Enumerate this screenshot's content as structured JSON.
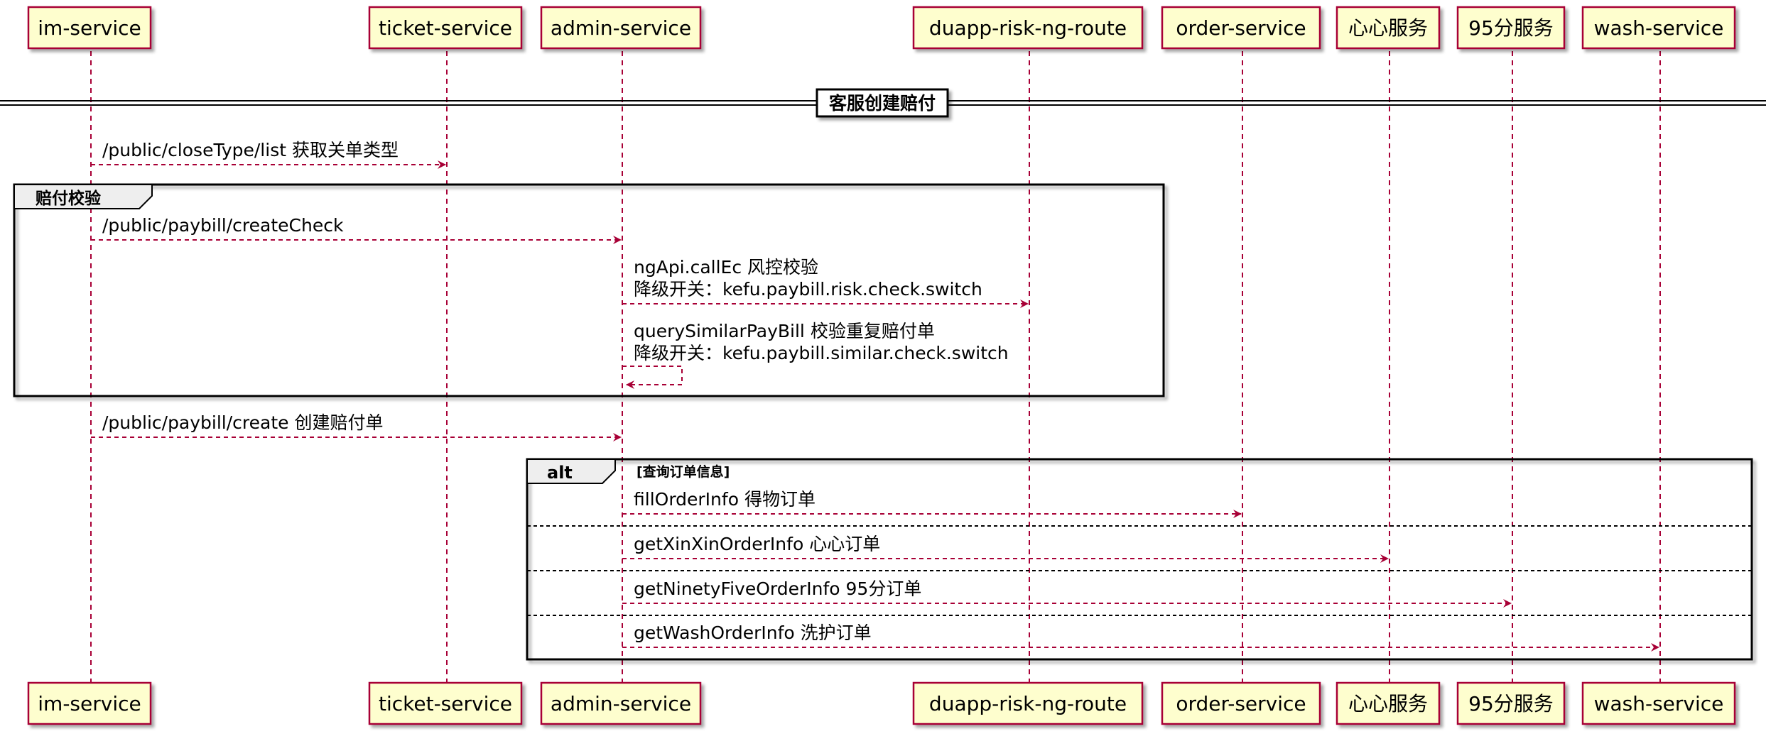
{
  "participants": [
    {
      "id": "im",
      "label": "im-service"
    },
    {
      "id": "ticket",
      "label": "ticket-service"
    },
    {
      "id": "admin",
      "label": "admin-service"
    },
    {
      "id": "risk",
      "label": "duapp-risk-ng-route"
    },
    {
      "id": "order",
      "label": "order-service"
    },
    {
      "id": "xinxin",
      "label": "心心服务"
    },
    {
      "id": "ninety",
      "label": "95分服务"
    },
    {
      "id": "wash",
      "label": "wash-service"
    }
  ],
  "divider": {
    "label": "客服创建赔付"
  },
  "groups": [
    {
      "id": "check",
      "type": "group",
      "label": "赔付校验",
      "condition": ""
    },
    {
      "id": "query",
      "type": "alt",
      "label": "alt",
      "condition": "[查询订单信息]"
    }
  ],
  "messages": [
    {
      "id": "m1",
      "from": "im",
      "to": "ticket",
      "lines": [
        "/public/closeType/list 获取关单类型"
      ]
    },
    {
      "id": "m2",
      "from": "im",
      "to": "admin",
      "lines": [
        "/public/paybill/createCheck"
      ]
    },
    {
      "id": "m3",
      "from": "admin",
      "to": "risk",
      "lines": [
        "ngApi.callEc 风控校验",
        "降级开关：kefu.paybill.risk.check.switch"
      ]
    },
    {
      "id": "m4",
      "from": "admin",
      "to": "admin",
      "lines": [
        "querySimilarPayBill 校验重复赔付单",
        "降级开关：kefu.paybill.similar.check.switch"
      ]
    },
    {
      "id": "m5",
      "from": "im",
      "to": "admin",
      "lines": [
        "/public/paybill/create 创建赔付单"
      ]
    },
    {
      "id": "m6",
      "from": "admin",
      "to": "order",
      "lines": [
        "fillOrderInfo 得物订单"
      ]
    },
    {
      "id": "m7",
      "from": "admin",
      "to": "xinxin",
      "lines": [
        "getXinXinOrderInfo 心心订单"
      ]
    },
    {
      "id": "m8",
      "from": "admin",
      "to": "ninety",
      "lines": [
        "getNinetyFiveOrderInfo 95分订单"
      ]
    },
    {
      "id": "m9",
      "from": "admin",
      "to": "wash",
      "lines": [
        "getWashOrderInfo 洗护订单"
      ]
    }
  ],
  "colors": {
    "participant_fill": "#FEFECE",
    "participant_border": "#A80036",
    "arrow": "#A80036",
    "lifeline": "#A80036",
    "frame": "#000000",
    "frame_tab": "#EEEEEE"
  }
}
